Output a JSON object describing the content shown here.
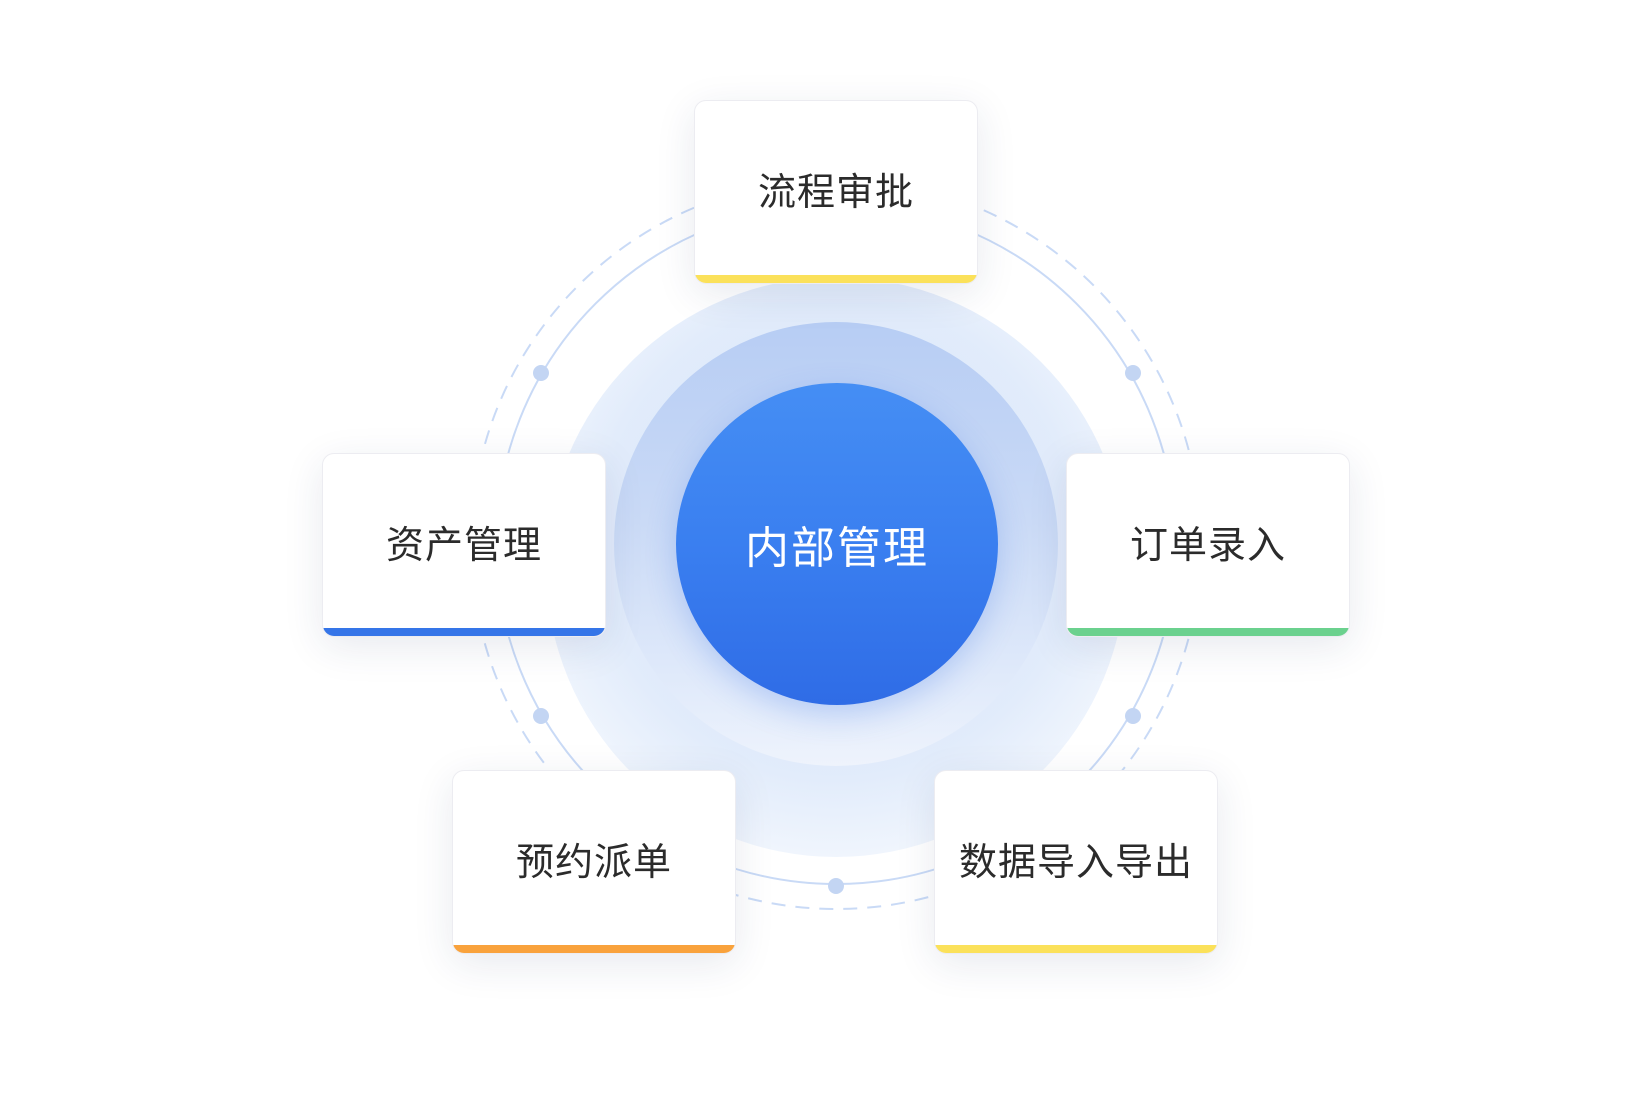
{
  "center": {
    "label": "内部管理",
    "color": "#3a7ff0"
  },
  "nodes": [
    {
      "label": "流程审批",
      "accent": "#fbe15a"
    },
    {
      "label": "资产管理",
      "accent": "#3575e8"
    },
    {
      "label": "订单录入",
      "accent": "#6bd18e"
    },
    {
      "label": "预约派单",
      "accent": "#f9a23c"
    },
    {
      "label": "数据导入导出",
      "accent": "#fbe15a"
    }
  ],
  "ring_color": "#c9daf6",
  "dot_color": "#c3d5f3"
}
